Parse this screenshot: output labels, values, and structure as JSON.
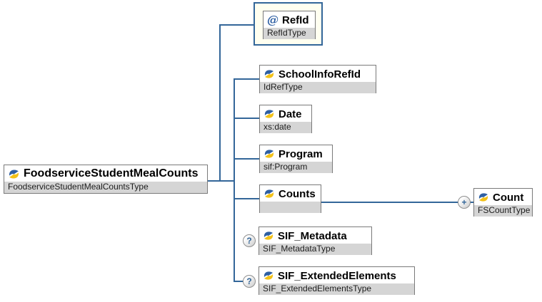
{
  "root": {
    "name": "FoodserviceStudentMealCounts",
    "type": "FoodserviceStudentMealCountsType"
  },
  "attribute_node": {
    "name": "RefId",
    "type": "RefIdType"
  },
  "elements": {
    "school_info_ref_id": {
      "name": "SchoolInfoRefId",
      "type": "IdRefType"
    },
    "date": {
      "name": "Date",
      "type": "xs:date"
    },
    "program": {
      "name": "Program",
      "type": "sif:Program"
    },
    "counts": {
      "name": "Counts",
      "type": ""
    },
    "sif_metadata": {
      "name": "SIF_Metadata",
      "type": "SIF_MetadataType"
    },
    "sif_extended": {
      "name": "SIF_ExtendedElements",
      "type": "SIF_ExtendedElementsType"
    },
    "count": {
      "name": "Count",
      "type": "FSCountType"
    }
  },
  "badges": {
    "attribute": "@",
    "optional": "?",
    "repeatable": "+"
  },
  "colors": {
    "connector": "#336699",
    "box_border": "#7a7a7a",
    "subtitle_bg": "#d5d5d5",
    "highlight_bg": "#fffff0",
    "highlight_border": "#336699",
    "icon_blue": "#2e5fa3",
    "icon_yellow": "#f2c118"
  }
}
